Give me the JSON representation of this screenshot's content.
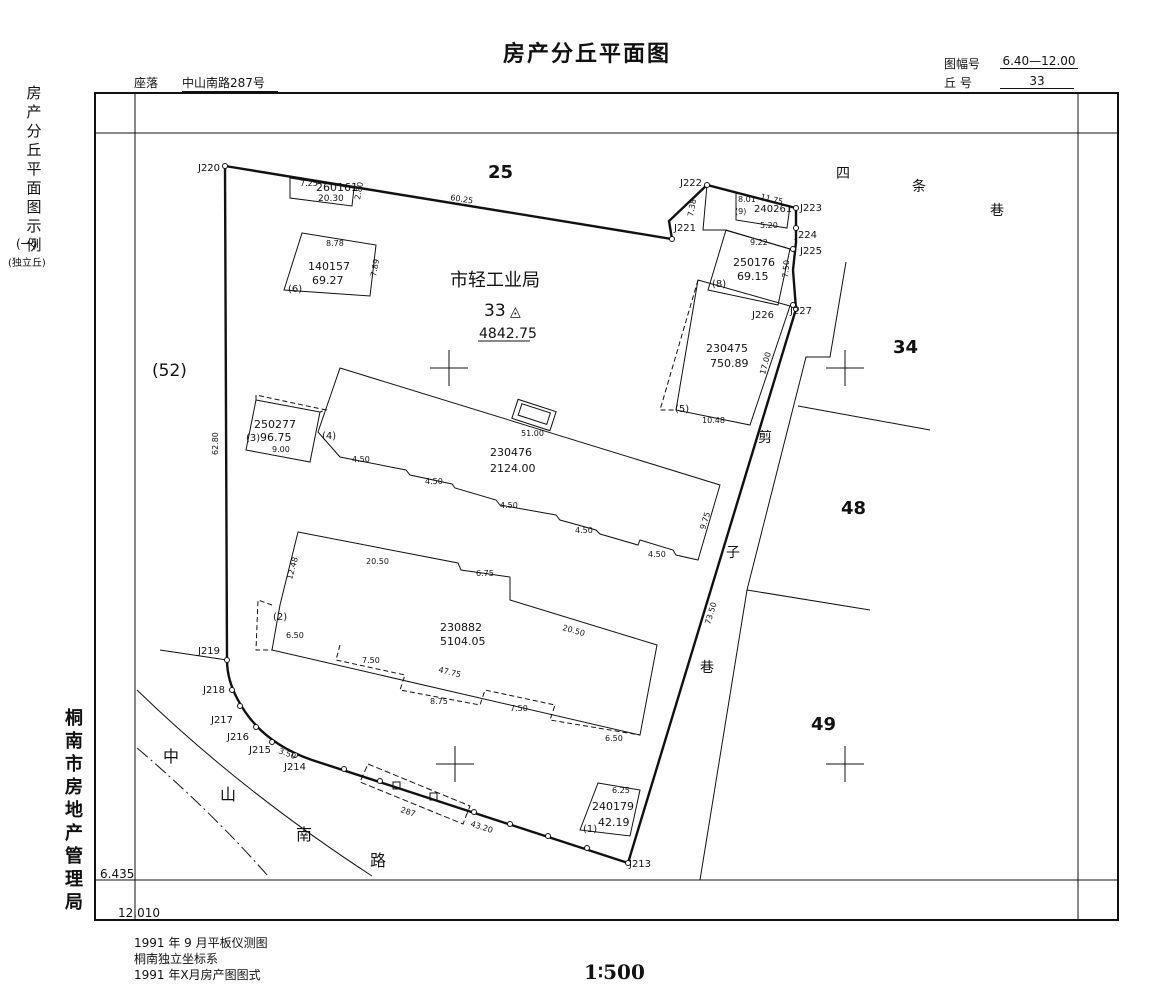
{
  "header": {
    "title": "房产分丘平面图",
    "location_label": "座落",
    "location_value": "中山南路287号",
    "sheet_label": "图幅号",
    "sheet_value": "6.40—12.00",
    "hill_label": "丘  号",
    "hill_value": "33"
  },
  "legend_side": {
    "text": "房产分丘平面图示例",
    "sub1": "(一)",
    "sub2": "(独立丘)"
  },
  "authority": "桐南市房地产管理局",
  "grid_labels": {
    "left": "6.435",
    "bottom": "12.010"
  },
  "footer": {
    "line1": "1991 年 9 月平板仪测图",
    "line2": "桐南独立坐标系",
    "line3": "1991 年X月房产图图式",
    "scale": "1∶500"
  },
  "map": {
    "owner": "市轻工业局",
    "parcel_number": "33",
    "parcel_area": "4842.75",
    "neighbors": {
      "n25": "25",
      "n52": "(52)",
      "n34": "34",
      "n48": "48",
      "n49": "49"
    },
    "streets": {
      "si": "四",
      "tiao": "条",
      "xiang1": "巷",
      "jian": "剪",
      "zi": "子",
      "xiang2": "巷",
      "zhong": "中",
      "shan": "山",
      "nan": "南",
      "lu": "路"
    },
    "buildings": [
      {
        "code": "260161",
        "area": "20.30"
      },
      {
        "code": "140157",
        "area": "69.27"
      },
      {
        "code": "240261",
        "area": "5.20"
      },
      {
        "code": "250176",
        "area": "69.15"
      },
      {
        "code": "230475",
        "area": "750.89"
      },
      {
        "code": "250277",
        "area": "96.75"
      },
      {
        "code": "230476",
        "area": "2124.00"
      },
      {
        "code": "230882",
        "area": "5104.05"
      },
      {
        "code": "240179",
        "area": "42.19"
      }
    ],
    "building_tags": [
      "(6)",
      "(8)",
      "(9)",
      "(5)",
      "(3)",
      "(4)",
      "(2)",
      "(1)"
    ],
    "points": [
      "J220",
      "J222",
      "J221",
      "J223",
      "J224",
      "J225",
      "J226",
      "J227",
      "J219",
      "J218",
      "J217",
      "J216",
      "J215",
      "J214",
      "J213"
    ],
    "dims": {
      "d6025": "60.25",
      "d1175": "11.75",
      "d738": "7.38",
      "d801": "8.01",
      "d922": "9.22",
      "d750": "7.50",
      "d1700": "17.00",
      "d1048": "10.48",
      "d6280": "62.80",
      "d7350": "73.50",
      "d4320": "43.20",
      "d287": "287",
      "d5100": "51.00",
      "d2050a": "20.50",
      "d2050b": "20.50",
      "d4775": "47.75",
      "d878": "8.78",
      "d789": "7.89",
      "d725": "7.25",
      "d280": "2.80",
      "d900": "9.00",
      "d975": "9.75",
      "d1248": "12.48",
      "d675": "6.75",
      "d650a": "6.50",
      "d650b": "6.50",
      "d875": "8.75",
      "d625": "6.25",
      "d450a": "4.50",
      "d450b": "4.50",
      "d450c": "4.50",
      "d450d": "4.50",
      "d450e": "4.50",
      "d750b": "7.50",
      "d750c": "7.50",
      "d350": "3.50"
    }
  }
}
